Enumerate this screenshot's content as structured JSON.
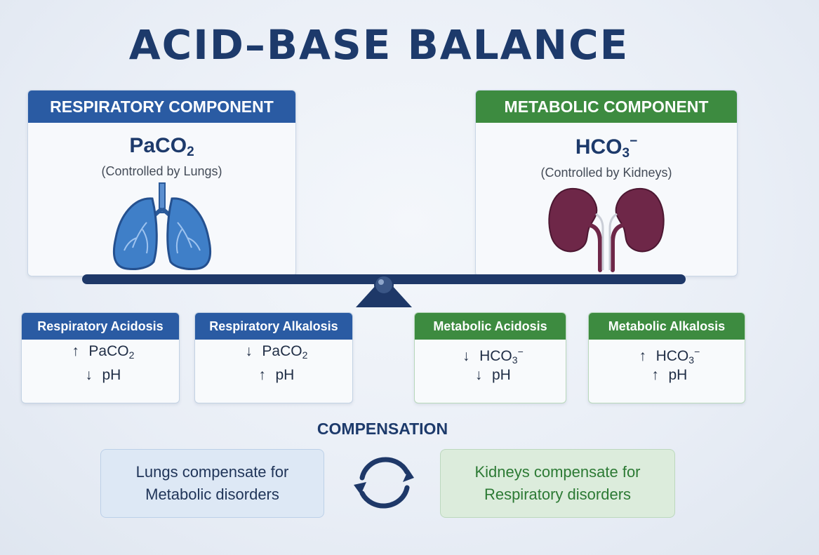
{
  "title": "ACID–BASE BALANCE",
  "respiratory": {
    "header": "RESPIRATORY COMPONENT",
    "param_main": "PaCO",
    "param_sub": "2",
    "controlled_by": "(Controlled by Lungs)",
    "organ_icon": "lungs-icon",
    "color": "#2a5ba3"
  },
  "metabolic": {
    "header": "METABOLIC COMPONENT",
    "param_main": "HCO",
    "param_sub": "3",
    "param_sup": "−",
    "controlled_by": "(Controlled by Kidneys)",
    "organ_icon": "kidneys-icon",
    "color": "#3d8b40"
  },
  "disorders": [
    {
      "title": "Respiratory Acidosis",
      "line1": {
        "arrow": "↑",
        "main": "PaCO",
        "sub": "2",
        "sup": ""
      },
      "line2": {
        "arrow": "↓",
        "main": "pH"
      }
    },
    {
      "title": "Respiratory Alkalosis",
      "line1": {
        "arrow": "↓",
        "main": "PaCO",
        "sub": "2",
        "sup": ""
      },
      "line2": {
        "arrow": "↑",
        "main": "pH"
      }
    },
    {
      "title": "Metabolic Acidosis",
      "line1": {
        "arrow": "↓",
        "main": "HCO",
        "sub": "3",
        "sup": "−"
      },
      "line2": {
        "arrow": "↓",
        "main": "pH"
      }
    },
    {
      "title": "Metabolic Alkalosis",
      "line1": {
        "arrow": "↑",
        "main": "HCO",
        "sub": "3",
        "sup": "−"
      },
      "line2": {
        "arrow": "↑",
        "main": "pH"
      }
    }
  ],
  "compensation": {
    "title": "COMPENSATION",
    "lungs": {
      "line1": "Lungs compensate for",
      "line2": "Metabolic disorders"
    },
    "kidneys": {
      "line1": "Kidneys compensate for",
      "line2": "Respiratory disorders"
    },
    "cycle_icon": "cycle-arrows-icon"
  }
}
